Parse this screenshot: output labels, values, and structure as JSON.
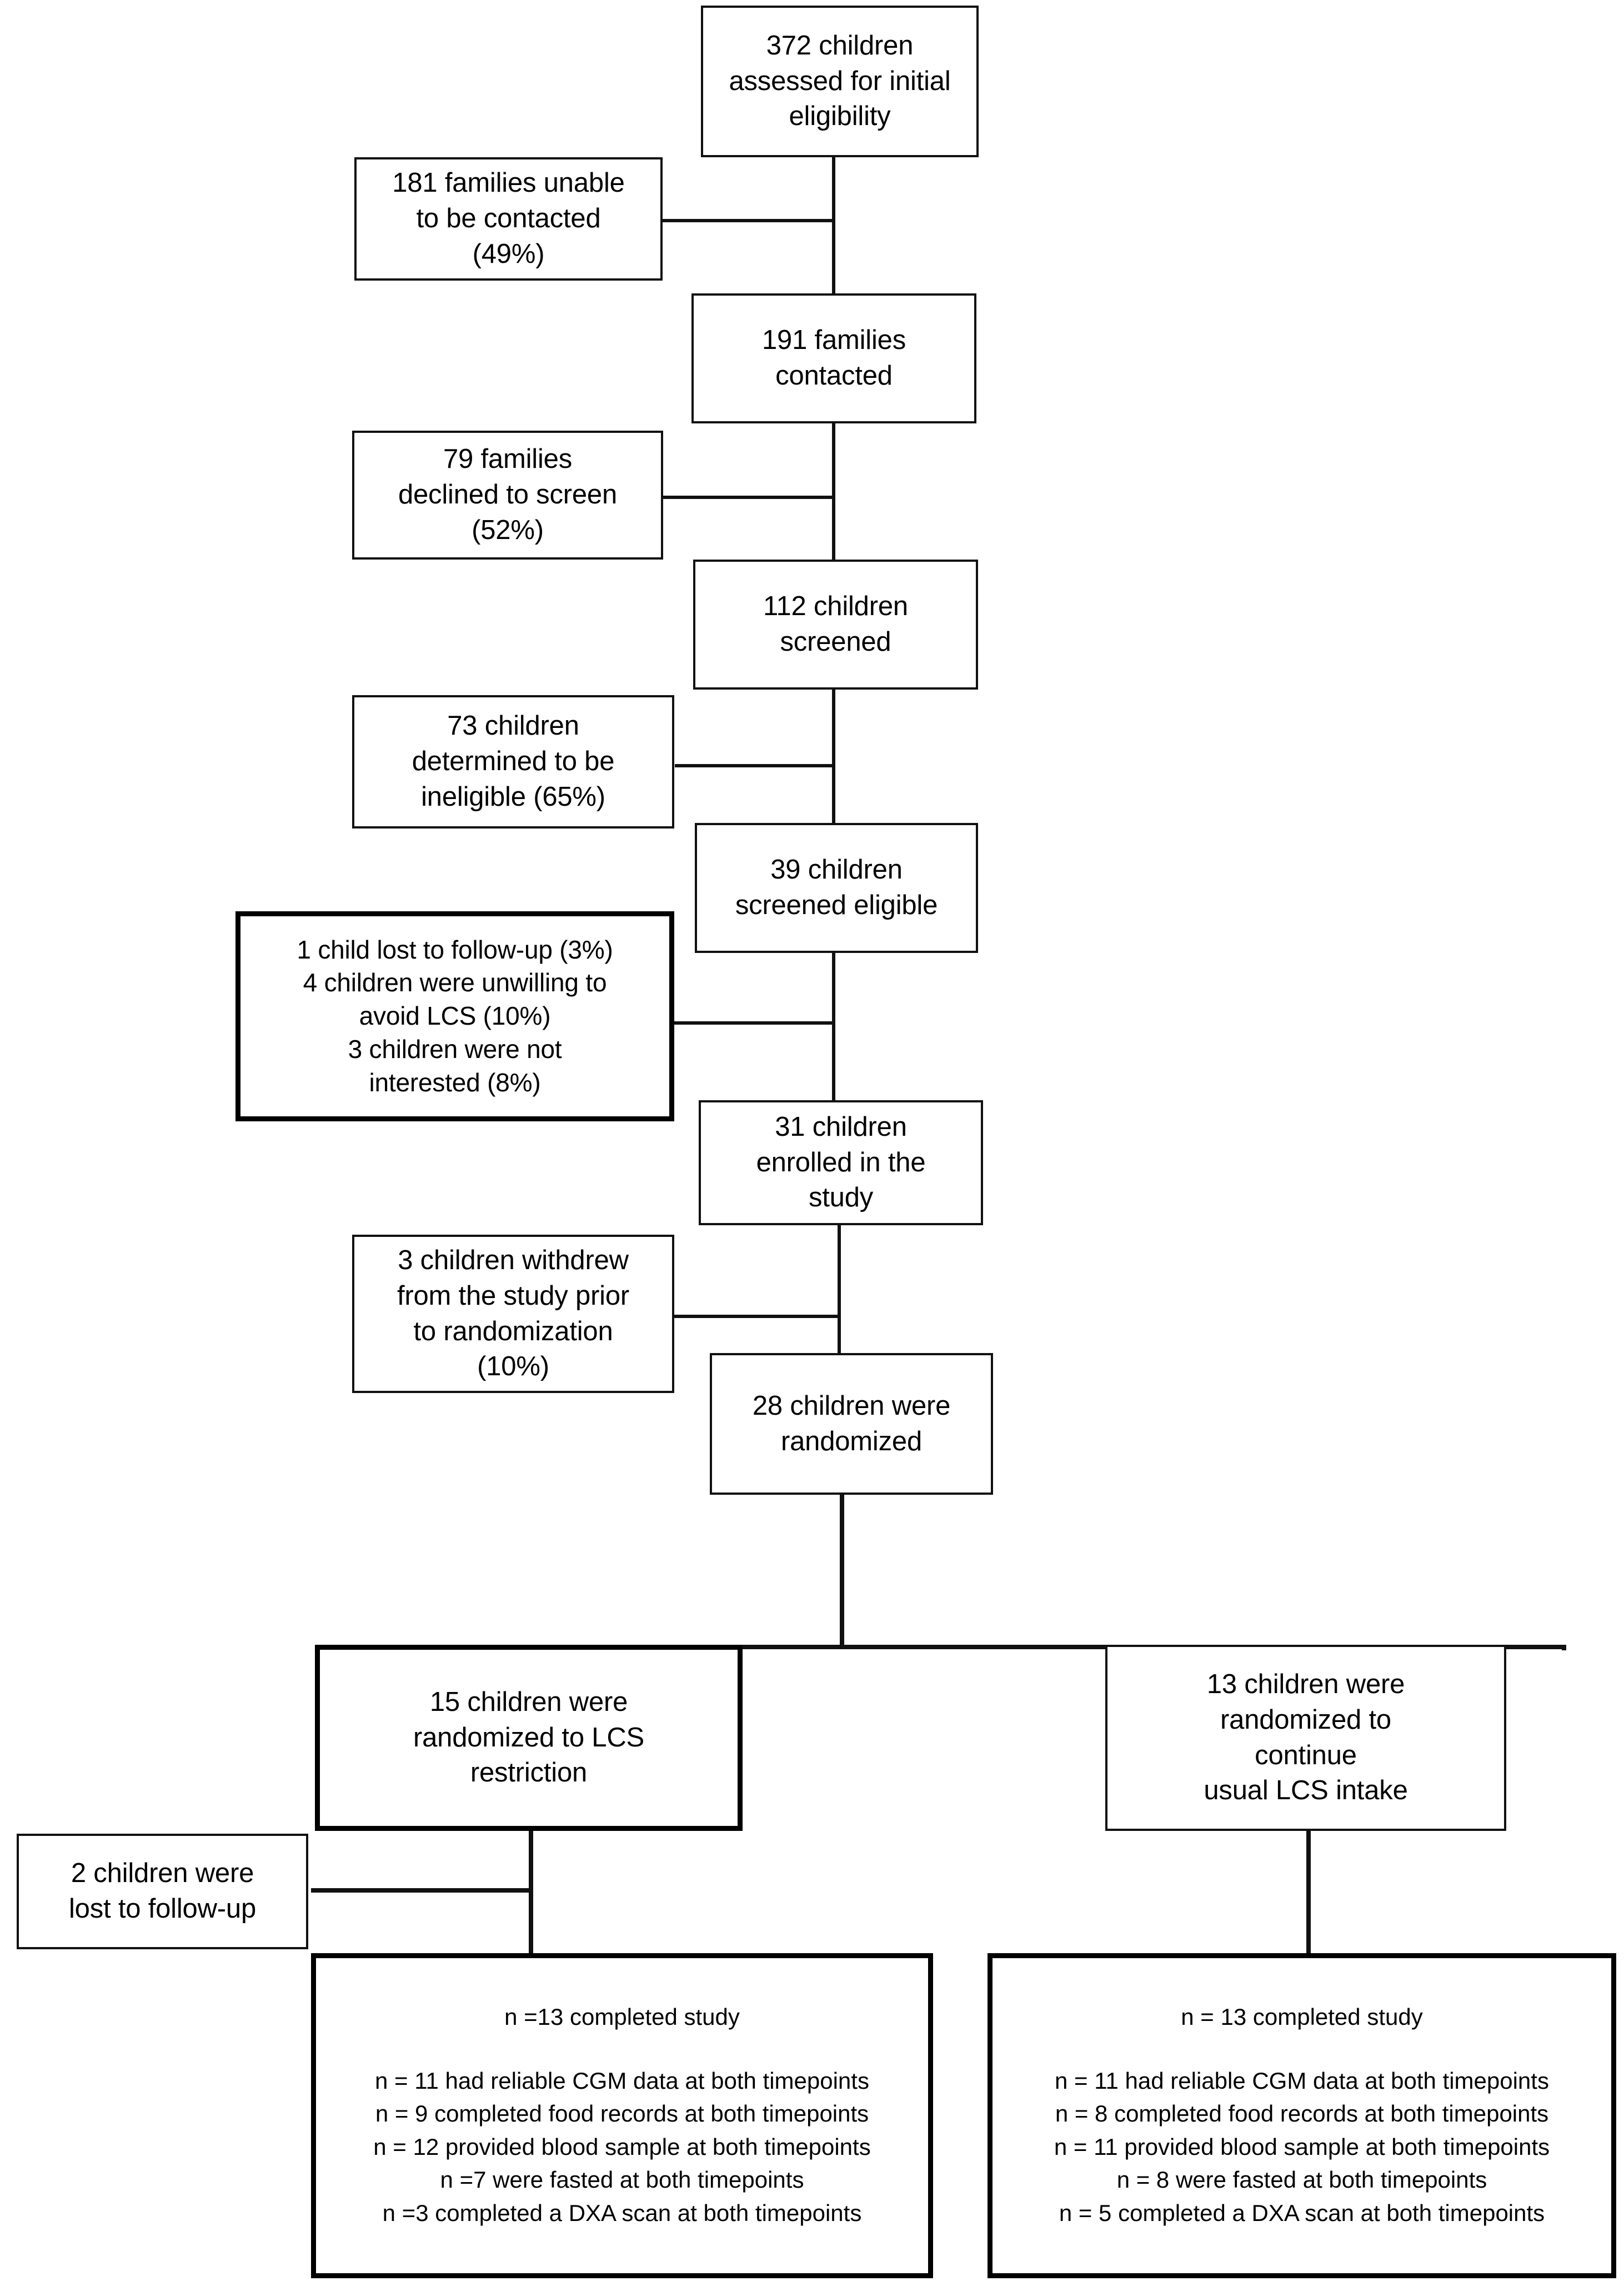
{
  "diagram": {
    "type": "consort-flow-diagram",
    "title": "CONSORT participant flow diagram",
    "line_color": "#111111",
    "box_border_color": "#111111",
    "background_color": "#ffffff"
  },
  "nodes": {
    "assessed": {
      "id": "assessed",
      "text": "372 children\nassessed for initial\neligibility"
    },
    "unable_contacted": {
      "id": "unable-contacted",
      "text": "181 families unable\nto be contacted\n(49%)"
    },
    "contacted": {
      "id": "contacted",
      "text": "191 families\ncontacted"
    },
    "declined_screen": {
      "id": "declined-screen",
      "text": "79 families\ndeclined to screen\n(52%)"
    },
    "screened": {
      "id": "screened",
      "text": "112 children\nscreened"
    },
    "ineligible": {
      "id": "ineligible",
      "text": "73 children\ndetermined to be\nineligible (65%)"
    },
    "screened_eligible": {
      "id": "screened-eligible",
      "text": "39 children\nscreened eligible"
    },
    "pre_enrollment_losses": {
      "id": "pre-enrollment-losses",
      "text": "1 child lost to follow-up (3%)\n4 children were unwilling to\navoid LCS (10%)\n3 children were not\ninterested (8%)"
    },
    "enrolled": {
      "id": "enrolled",
      "text": "31 children\nenrolled in the\nstudy"
    },
    "withdrew": {
      "id": "withdrew",
      "text": "3 children withdrew\nfrom the study prior\nto randomization\n(10%)"
    },
    "randomized": {
      "id": "randomized",
      "text": "28 children were\nrandomized"
    },
    "arm_lcs_restriction": {
      "id": "arm-lcs-restriction",
      "text": "15 children were\nrandomized to LCS\nrestriction"
    },
    "arm_usual_intake": {
      "id": "arm-usual-intake",
      "text": "13 children were\nrandomized to\ncontinue\nusual LCS intake"
    },
    "lost_followup": {
      "id": "lost-followup",
      "text": "2 children were\nlost to follow-up"
    },
    "outcome_left": {
      "id": "outcome-left",
      "heading": "n =13 completed study",
      "details": "n = 11 had reliable CGM data at both timepoints\nn = 9 completed food records at both timepoints\nn = 12 provided blood sample at both timepoints\nn =7  were fasted at both timepoints\nn =3 completed a DXA scan at both timepoints"
    },
    "outcome_right": {
      "id": "outcome-right",
      "heading": "n = 13 completed study",
      "details": "n = 11 had reliable CGM data at both timepoints\nn = 8 completed food records at both timepoints\nn = 11 provided blood sample at both timepoints\nn = 8 were fasted at both timepoints\nn = 5 completed a DXA scan at both timepoints"
    }
  }
}
